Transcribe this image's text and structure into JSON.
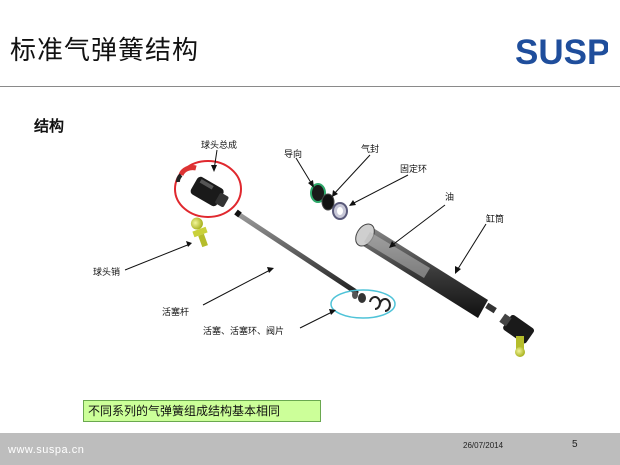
{
  "slide": {
    "title": "标准气弹簧结构",
    "section_heading": "结构"
  },
  "logo": {
    "text": "SUSPA"
  },
  "labels": {
    "ball_head_assembly": "球头总成",
    "guide": "导向",
    "gas_seal": "气封",
    "retaining_ring": "固定环",
    "oil": "油",
    "cylinder": "缸筒",
    "ball_pin": "球头销",
    "piston_rod": "活塞杆",
    "piston_parts": "活塞、活塞环、阀片"
  },
  "note": "不同系列的气弹簧组成结构基本相同",
  "footer": {
    "url": "www.suspa.cn",
    "date": "26/07/2014",
    "page": "5"
  },
  "colors": {
    "logo_blue": "#1f4e9c",
    "highlight_red": "#e0282e",
    "highlight_cyan": "#4fc3d8",
    "note_fill": "#ccff99",
    "footer_gray": "#bdbdbd"
  }
}
